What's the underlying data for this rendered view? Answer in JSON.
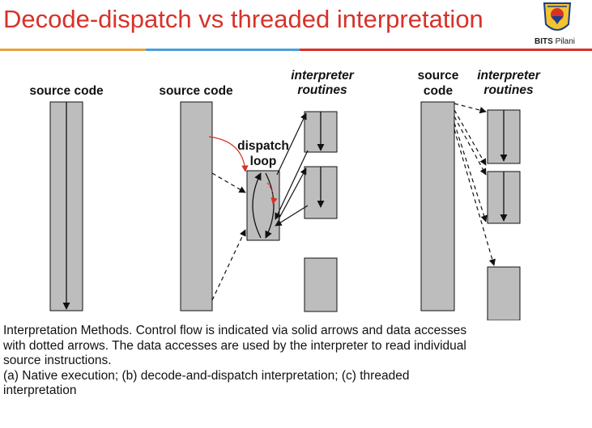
{
  "slide": {
    "title": "Decode-dispatch vs threaded interpretation",
    "title_color": "#d7322a",
    "title_bar_colors": [
      "#e8a33a",
      "#4aa0d8",
      "#d7322a"
    ]
  },
  "logo": {
    "icon": "bits-pilani-crest-icon",
    "brand": "BITS",
    "campus": "Pilani"
  },
  "diagram": {
    "native": {
      "label": "source code"
    },
    "dispatch": {
      "source_label": "source code",
      "loop_label_1": "dispatch",
      "loop_label_2": "loop",
      "routines_label_1": "interpreter",
      "routines_label_2": "routines"
    },
    "threaded": {
      "source_label_1": "source",
      "source_label_2": "code",
      "routines_label_1": "interpreter",
      "routines_label_2": "routines"
    },
    "block_fill": "#bdbdbd"
  },
  "caption": {
    "line1": "Interpretation Methods. Control flow is indicated via solid arrows and data accesses",
    "line2": "with dotted arrows. The data accesses are used by the interpreter to read individual",
    "line3": "source instructions.",
    "line4": "(a) Native execution; (b) decode-and-dispatch interpretation; (c) threaded",
    "line5": "interpretation"
  }
}
